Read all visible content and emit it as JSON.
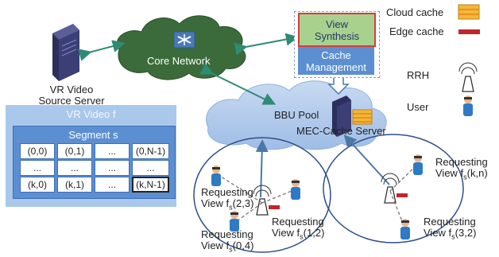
{
  "source_server": {
    "line1": "VR Video",
    "line2": "Source Server"
  },
  "core_network": {
    "label": "Core Network"
  },
  "bbu_pool": {
    "label": "BBU Pool"
  },
  "mec_server": {
    "label": "MEC-Cache Server"
  },
  "mec_box": {
    "view_line1": "View",
    "view_line2": "Synthesis",
    "cache_line1": "Cache",
    "cache_line2": "Management"
  },
  "legend": {
    "cloud_cache": "Cloud cache",
    "edge_cache": "Edge cache",
    "rrh": "RRH",
    "user": "User",
    "cloud_color": "#f3b838",
    "edge_color": "#c0272d"
  },
  "vr_video": {
    "title": "VR Video f",
    "segment": "Segment s",
    "rows": [
      [
        "(0,0)",
        "(0,1)",
        "...",
        "(0,N-1)"
      ],
      [
        "...",
        "...",
        "...",
        "..."
      ],
      [
        "(k,0)",
        "(k,1)",
        "...",
        "(k,N-1)"
      ]
    ]
  },
  "requests": {
    "r23": {
      "line1": "Requesting",
      "line2_prefix": "View f",
      "sub": "s",
      "arg": "(2,3)"
    },
    "r04": {
      "line1": "Requesting",
      "line2_prefix": "View f",
      "sub": "s",
      "arg": "(0,4)"
    },
    "r12": {
      "line1": "Requesting",
      "line2_prefix": "View f",
      "sub": "s",
      "arg": "(1,2)"
    },
    "rkn": {
      "line1": "Requesting",
      "line2_prefix": "View f",
      "sub": "s",
      "arg": "(k,n)"
    },
    "r32": {
      "line1": "Requesting",
      "line2_prefix": "View f",
      "sub": "s",
      "arg": "(3,2)"
    }
  }
}
